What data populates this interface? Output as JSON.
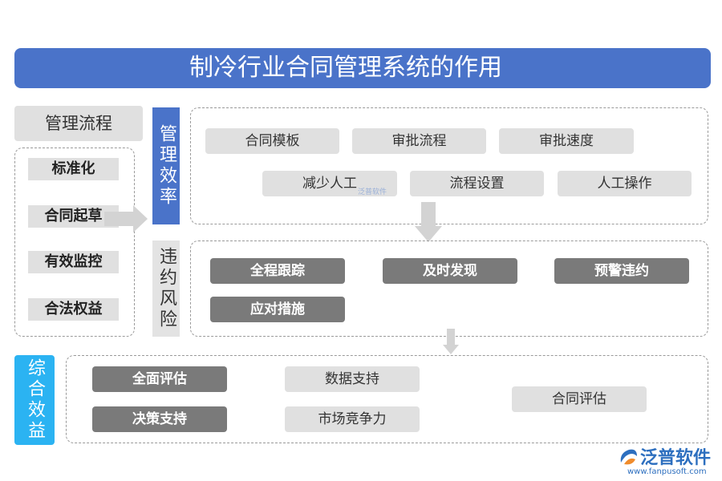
{
  "title": "制冷行业合同管理系统的作用",
  "left": {
    "header": "管理流程",
    "items": [
      "标准化",
      "合同起草",
      "有效监控",
      "合法权益"
    ]
  },
  "sections": {
    "efficiency": {
      "label": "管理效率",
      "items": [
        "合同模板",
        "审批流程",
        "审批速度",
        "减少人工",
        "流程设置",
        "人工操作"
      ]
    },
    "risk": {
      "label": "违约风险",
      "items": [
        "全程跟踪",
        "及时发现",
        "预警违约",
        "应对措施"
      ]
    },
    "benefit": {
      "label": "综合效益",
      "items": [
        "全面评估",
        "决策支持",
        "数据支持",
        "市场竞争力",
        "合同评估"
      ]
    }
  },
  "watermark": "泛普软件",
  "logo": {
    "name": "泛普软件",
    "url": "www.fanpusoft.com"
  },
  "colors": {
    "primary": "#4a73c9",
    "accent": "#2bb3f2",
    "dark_pill": "#7a7a7a",
    "light_pill": "#e0e0e0"
  }
}
